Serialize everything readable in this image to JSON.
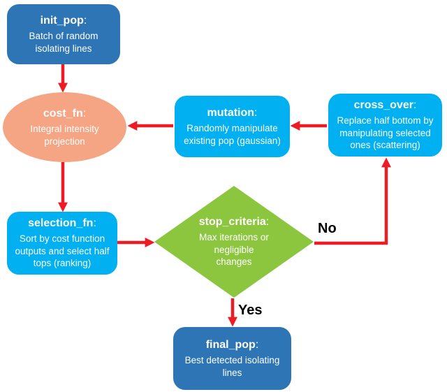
{
  "diagram": {
    "title": "genetic-algorithm-flowchart",
    "colon": ":",
    "colors": {
      "dark_blue": "#2E75B6",
      "cyan": "#00B0F0",
      "salmon": "#F5A583",
      "green": "#8CC63F",
      "arrow_red": "#ED1C24",
      "label_black": "#000000",
      "node_text": "#FFFFFF"
    },
    "nodes": {
      "init_pop": {
        "name": "init_pop",
        "desc": "Batch of random isolating lines"
      },
      "cost_fn": {
        "name": "cost_fn",
        "desc": "Integral intensity projection"
      },
      "mutation": {
        "name": "mutation",
        "desc": "Randomly manipulate existing pop (gaussian)"
      },
      "cross_over": {
        "name": "cross_over",
        "desc": "Replace half bottom by manipulating selected ones (scattering)"
      },
      "selection_fn": {
        "name": "selection_fn",
        "desc": "Sort by cost function outputs and select half tops (ranking)"
      },
      "stop_criteria": {
        "name": "stop_criteria",
        "desc": "Max iterations or negligible changes"
      },
      "final_pop": {
        "name": "final_pop",
        "desc": "Best detected isolating lines"
      }
    },
    "edge_labels": {
      "no": "No",
      "yes": "Yes"
    }
  }
}
